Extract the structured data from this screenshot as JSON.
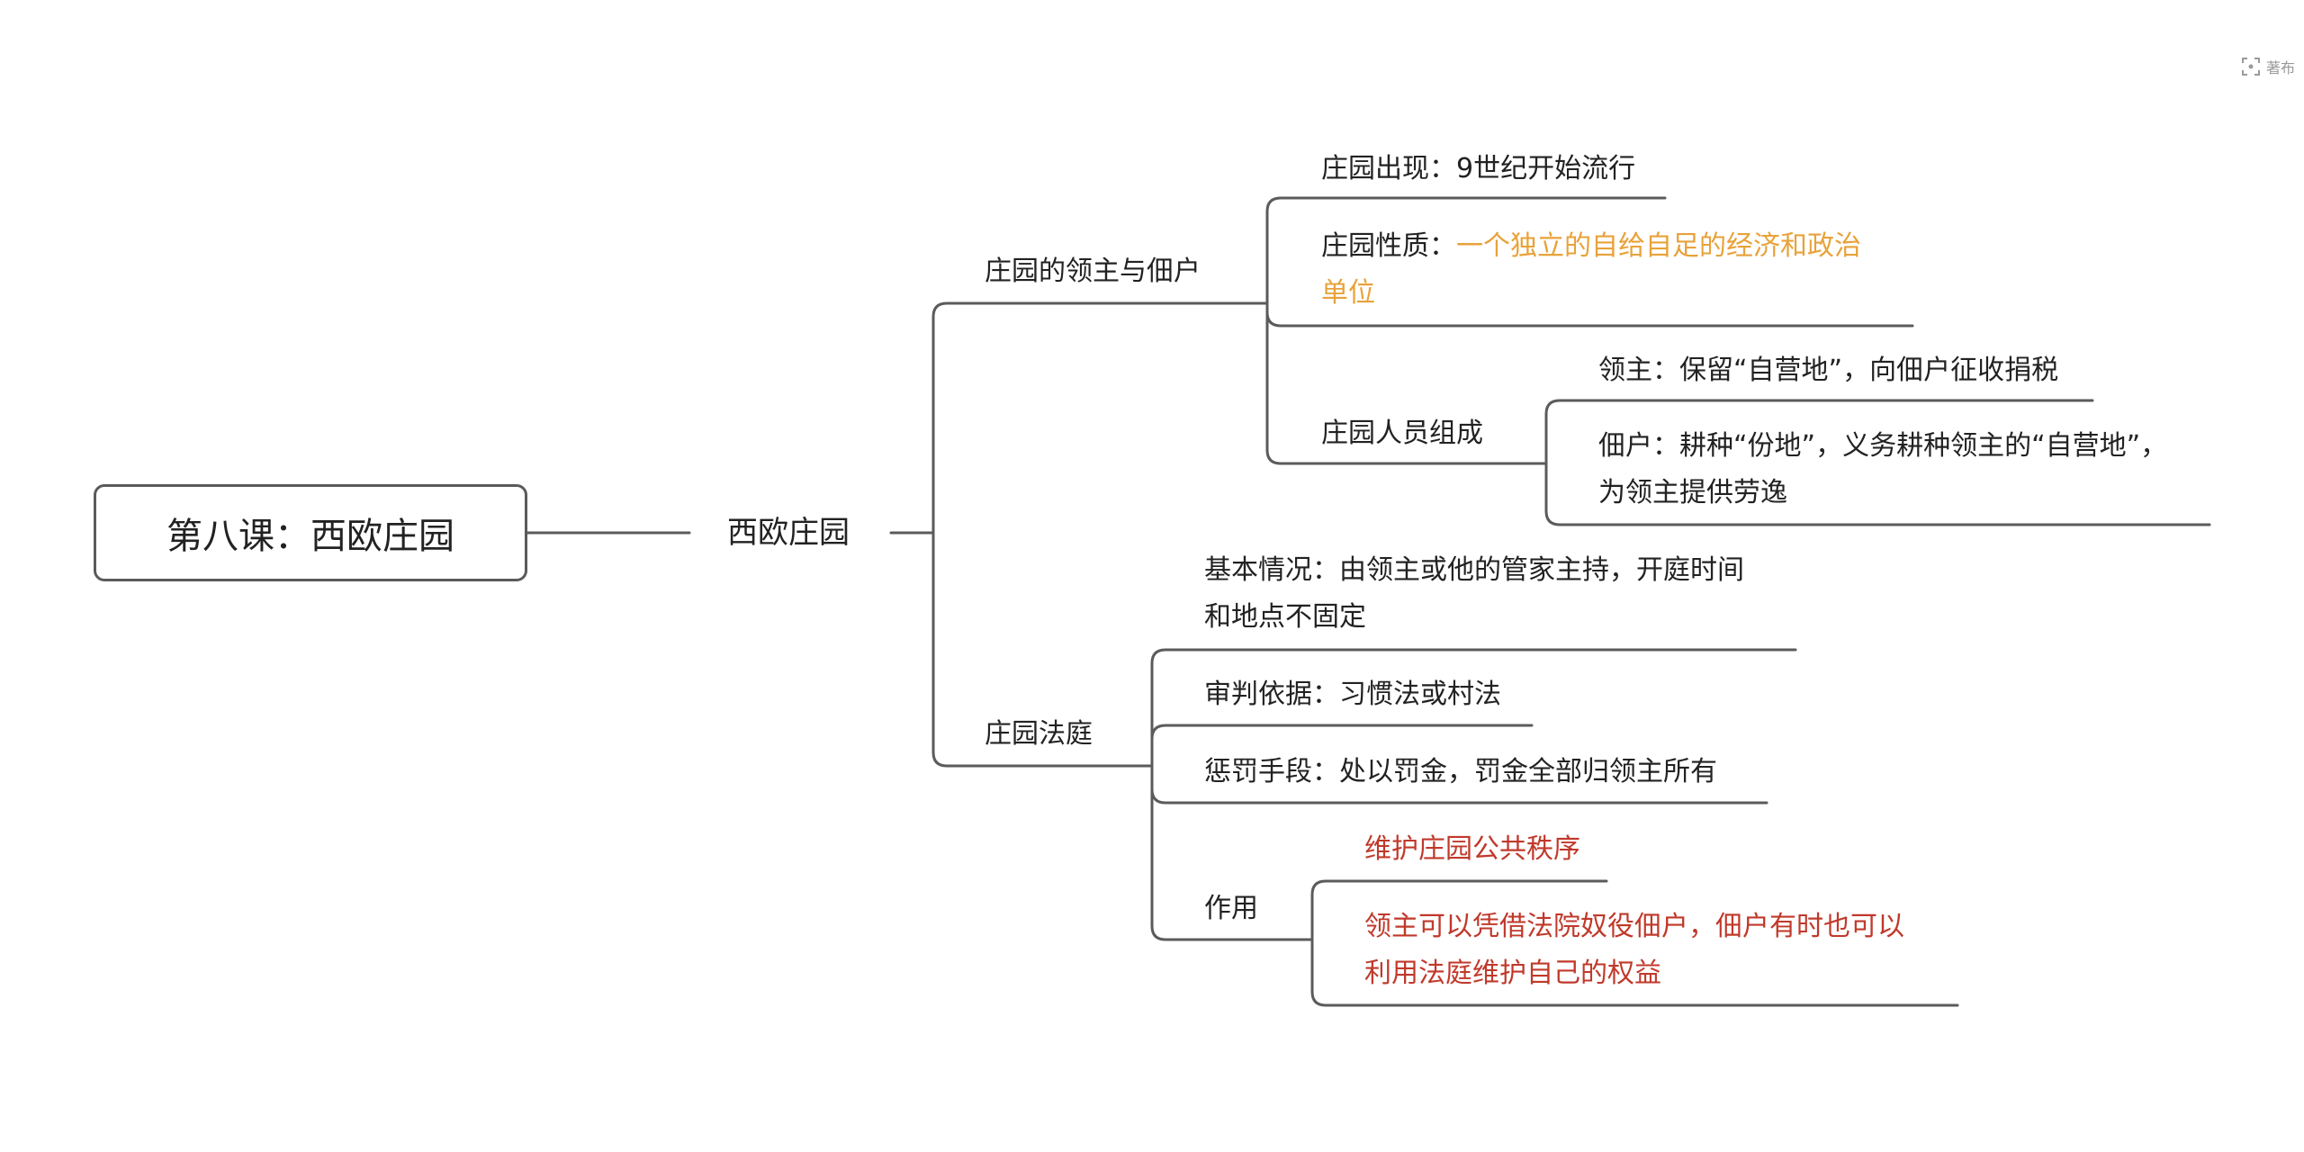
{
  "toolbar": {
    "icon": "focus-icon",
    "label": "著布"
  },
  "root": {
    "label": "第八课：西欧庄园"
  },
  "center": {
    "label": "西欧庄园"
  },
  "branch1": {
    "label": "庄园的领主与佃户",
    "appear": {
      "label": "庄园出现：",
      "value": "9世纪开始流行"
    },
    "nature": {
      "label": "庄园性质：",
      "value_line1": "一个独立的自给自足的经济和政治",
      "value_line2": "单位",
      "value_color": "#e8a23a"
    },
    "people": {
      "label": "庄园人员组成",
      "lord": "领主：保留“自营地”，向佃户征收捐税",
      "tenant_line1": "佃户：耕种“份地”，义务耕种领主的“自营地”，",
      "tenant_line2": "为领主提供劳逸"
    }
  },
  "branch2": {
    "label": "庄园法庭",
    "basic_line1": "基本情况：由领主或他的管家主持，开庭时间",
    "basic_line2": "和地点不固定",
    "basis": "审判依据：习惯法或村法",
    "punish": "惩罚手段：处以罚金，罚金全部归领主所有",
    "effect": {
      "label": "作用",
      "item1": "维护庄园公共秩序",
      "item2_line1": "领主可以凭借法院奴役佃户，佃户有时也可以",
      "item2_line2": "利用法庭维护自己的权益",
      "color": "#c0392b"
    }
  }
}
